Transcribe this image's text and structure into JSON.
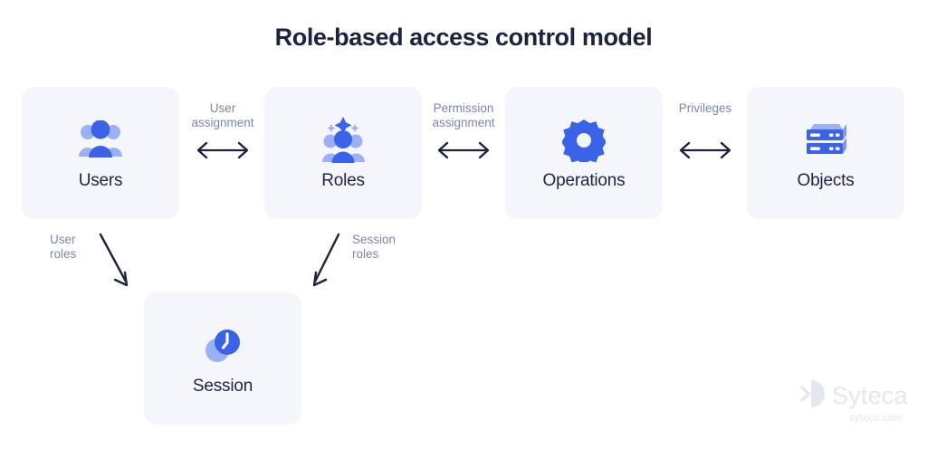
{
  "title": "Role-based access control model",
  "colors": {
    "title": "#1c2340",
    "card_bg": "#f5f6fc",
    "card_label": "#1e2545",
    "connector_label": "#7b86a8",
    "arrow": "#1c2340",
    "accent_blue": "#3b63e8",
    "accent_blue_light": "#9bb0f5",
    "watermark": "#e4e6f0"
  },
  "cards": [
    {
      "id": "users",
      "label": "Users",
      "icon": "users-group-icon"
    },
    {
      "id": "roles",
      "label": "Roles",
      "icon": "users-group-sparkle-icon"
    },
    {
      "id": "operations",
      "label": "Operations",
      "icon": "gear-icon"
    },
    {
      "id": "objects",
      "label": "Objects",
      "icon": "server-rack-icon"
    },
    {
      "id": "session",
      "label": "Session",
      "icon": "clock-icon"
    }
  ],
  "connectors": [
    {
      "id": "user-assignment",
      "label": "User\nassignment",
      "line1": "User",
      "line2": "assignment",
      "arrow": "double-headed-arrow"
    },
    {
      "id": "permission-assignment",
      "label": "Permission\nassignment",
      "line1": "Permission",
      "line2": "assignment",
      "arrow": "double-headed-arrow"
    },
    {
      "id": "privileges",
      "label": "Privileges",
      "line1": "Privileges",
      "line2": "",
      "arrow": "double-headed-arrow"
    }
  ],
  "diagonals": [
    {
      "id": "user-roles",
      "line1": "User",
      "line2": "roles",
      "arrow": "arrow-down-right-icon"
    },
    {
      "id": "session-roles",
      "line1": "Session",
      "line2": "roles",
      "arrow": "arrow-down-left-icon"
    }
  ],
  "watermark": {
    "name": "Syteca",
    "url": "syteca.com",
    "logo": "syteca-chevron-logo"
  }
}
